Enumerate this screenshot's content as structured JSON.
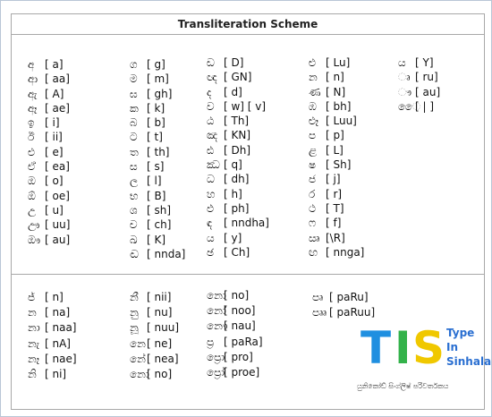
{
  "title": "Transliteration Scheme",
  "top_columns": [
    [
      {
        "g": "අ",
        "r": "[ a]"
      },
      {
        "g": "ආ",
        "r": "[ aa]"
      },
      {
        "g": "ඇ",
        "r": "[ A]"
      },
      {
        "g": "ඈ",
        "r": "[ ae]"
      },
      {
        "g": "ඉ",
        "r": "[ i]"
      },
      {
        "g": "ඊ",
        "r": "[ ii]"
      },
      {
        "g": "එ",
        "r": "[ e]"
      },
      {
        "g": "ඒ",
        "r": "[ ea]"
      },
      {
        "g": "ඔ",
        "r": "[ o]"
      },
      {
        "g": "ඕ",
        "r": "[ oe]"
      },
      {
        "g": "උ",
        "r": "[ u]"
      },
      {
        "g": "ඌ",
        "r": "[ uu]"
      },
      {
        "g": "ඖ",
        "r": "[ au]"
      }
    ],
    [
      {
        "g": "ග",
        "r": "[ g]"
      },
      {
        "g": "ම",
        "r": "[ m]"
      },
      {
        "g": "ඝ",
        "r": "[ gh]"
      },
      {
        "g": "ක",
        "r": "[ k]"
      },
      {
        "g": "බ",
        "r": "[ b]"
      },
      {
        "g": "ට",
        "r": "[ t]"
      },
      {
        "g": "ත",
        "r": "[ th]"
      },
      {
        "g": "ස",
        "r": "[ s]"
      },
      {
        "g": "ල",
        "r": "[ l]"
      },
      {
        "g": "භ",
        "r": "[ B]"
      },
      {
        "g": "ශ",
        "r": "[ sh]"
      },
      {
        "g": "ච",
        "r": "[ ch]"
      },
      {
        "g": "ඛ",
        "r": "[ K]"
      },
      {
        "g": "ඬ",
        "r": "[ nnda]"
      }
    ],
    [
      {
        "g": "ඩ",
        "r": "[ D]"
      },
      {
        "g": "ඥ",
        "r": "[ GN]"
      },
      {
        "g": "ද",
        "r": "[ d]"
      },
      {
        "g": "ව",
        "r": "[ w] [ v]"
      },
      {
        "g": "ඨ",
        "r": "[ Th]"
      },
      {
        "g": "ඤ",
        "r": "[ KN]"
      },
      {
        "g": "ඪ",
        "r": "[ Dh]"
      },
      {
        "g": "ඣ",
        "r": "[ q]"
      },
      {
        "g": "ධ",
        "r": "[ dh]"
      },
      {
        "g": "හ",
        "r": "[ h]"
      },
      {
        "g": "ඵ",
        "r": "[ ph]"
      },
      {
        "g": "ඳ",
        "r": "[ nndha]"
      },
      {
        "g": "ය",
        "r": "[ y]"
      },
      {
        "g": "ඡ",
        "r": "[ Ch]"
      }
    ],
    [
      {
        "g": "ළු",
        "r": "[ Lu]"
      },
      {
        "g": "න",
        "r": "[ n]"
      },
      {
        "g": "ණ",
        "r": "[ N]"
      },
      {
        "g": "ඹ",
        "r": "[ bh]"
      },
      {
        "g": "ළූ",
        "r": "[ Luu]"
      },
      {
        "g": "ප",
        "r": "[ p]"
      },
      {
        "g": "ළ",
        "r": "[ L]"
      },
      {
        "g": "ෂ",
        "r": "[ Sh]"
      },
      {
        "g": "ජ",
        "r": "[ j]"
      },
      {
        "g": "ර",
        "r": "[ r]"
      },
      {
        "g": "ථ",
        "r": "[ T]"
      },
      {
        "g": "ෆ",
        "r": "[ f]"
      },
      {
        "g": "ඍ",
        "r": "[\\R]"
      },
      {
        "g": "ඟ",
        "r": "[ nnga]"
      }
    ],
    [
      {
        "g": "ය",
        "r": "[ Y]"
      },
      {
        "g": "ෘ",
        "r": "[ ru]"
      },
      {
        "g": "ෟ",
        "r": "[ au]"
      },
      {
        "g": "ෛ",
        "r": "[ | ]"
      }
    ]
  ],
  "bottom_columns": [
    [
      {
        "g": "ජ්",
        "r": "[ n]"
      },
      {
        "g": "න",
        "r": "[ na]"
      },
      {
        "g": "නා",
        "r": "[ naa]"
      },
      {
        "g": "නැ",
        "r": "[ nA]"
      },
      {
        "g": "නෑ",
        "r": "[ nae]"
      },
      {
        "g": "නි",
        "r": "[ ni]"
      }
    ],
    [
      {
        "g": "නී",
        "r": "[ nii]"
      },
      {
        "g": "නු",
        "r": "[ nu]"
      },
      {
        "g": "නූ",
        "r": "[ nuu]"
      },
      {
        "g": "නෙ",
        "r": "[ ne]"
      },
      {
        "g": "නේ",
        "r": "[ nea]"
      },
      {
        "g": "නො",
        "r": "[ no]"
      }
    ],
    [
      {
        "g": "නො",
        "r": "[ no]"
      },
      {
        "g": "නෝ",
        "r": "[ noo]"
      },
      {
        "g": "නෞ",
        "r": "[ nau]"
      },
      {
        "g": "ප්‍ර",
        "r": "[ paRa]"
      },
      {
        "g": "ප්‍රො",
        "r": "[ pro]"
      },
      {
        "g": "ප්‍රෝ",
        "r": "[ proe]"
      }
    ],
    [
      {
        "g": "පෘ",
        "r": "[ paRu]"
      },
      {
        "g": "පෲ",
        "r": "[ paRuu]"
      }
    ]
  ],
  "logo": {
    "letter_t": "T",
    "letter_i": "I",
    "letter_s": "S",
    "line1": "Type",
    "line2": "In",
    "line3": "Sinhala",
    "tagline": "යුනිකෝඩ් සිංග්ලිෂ් පරිවර්තකය",
    "colors": {
      "t": "#1f8fe0",
      "i": "#33b24a",
      "s": "#f0c800",
      "text": "#2a6fd1"
    }
  }
}
